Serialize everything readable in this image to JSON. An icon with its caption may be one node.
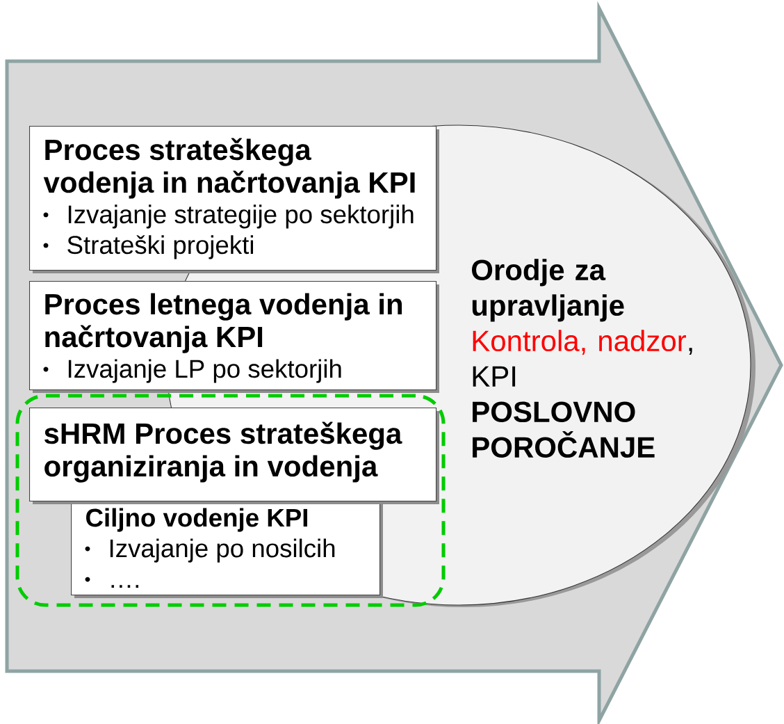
{
  "diagram": {
    "nodes": [
      {
        "text": [],
        "shape": "arrow"
      },
      {
        "text": [
          "Proces strateškega vodenja in načrtovanja KPI",
          "Izvajanje strategije po sektorjih",
          "Strateški projekti"
        ],
        "in": 0
      },
      {
        "text": [
          "Proces letnega vodenja in načrtovanja KPI",
          "Izvajanje LP po sektorjih"
        ],
        "in": 0
      },
      {
        "text": [],
        "shape": "box",
        "in": 0
      },
      {
        "text": [
          "sHRM Proces strateškega organiziranja in vodenja"
        ],
        "in": 3
      },
      {
        "text": [
          "Ciljno vodenje KPI",
          "Izvajanje po nosilcih",
          "…."
        ],
        "in": 3
      },
      {
        "text": [
          "Orodje za upravljanje",
          "Kontrola, nadzor",
          ", KPI",
          "POSLOVNO POROČANJE"
        ],
        "in": 0
      }
    ]
  }
}
